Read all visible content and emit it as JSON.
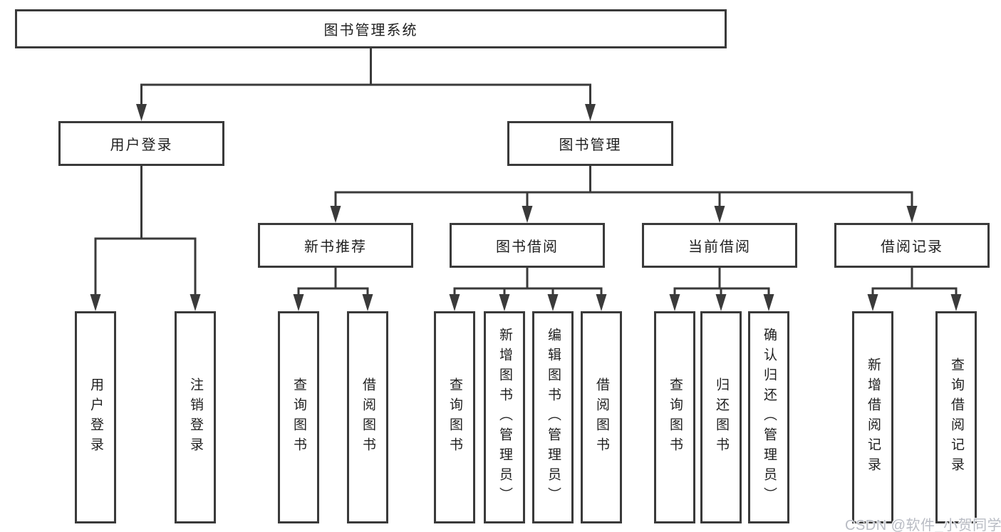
{
  "tree": {
    "root": {
      "label": "图书管理系统",
      "children": [
        {
          "label": "用户登录",
          "children": [
            {
              "label": "用户登录"
            },
            {
              "label": "注销登录"
            }
          ]
        },
        {
          "label": "图书管理",
          "children": [
            {
              "label": "新书推荐",
              "children": [
                {
                  "label": "查询图书"
                },
                {
                  "label": "借阅图书"
                }
              ]
            },
            {
              "label": "图书借阅",
              "children": [
                {
                  "label": "查询图书"
                },
                {
                  "label": "新增图书（管理员）"
                },
                {
                  "label": "编辑图书（管理员）"
                },
                {
                  "label": "借阅图书"
                }
              ]
            },
            {
              "label": "当前借阅",
              "children": [
                {
                  "label": "查询图书"
                },
                {
                  "label": "归还图书"
                },
                {
                  "label": "确认归还（管理员）"
                }
              ]
            },
            {
              "label": "借阅记录",
              "children": [
                {
                  "label": "新增借阅记录"
                },
                {
                  "label": "查询借阅记录"
                }
              ]
            }
          ]
        }
      ]
    }
  },
  "watermark": {
    "text": "CSDN @软件_小贺同学"
  },
  "colors": {
    "line": "#3a3a3a",
    "text": "#1f1f1f",
    "background": "#ffffff",
    "watermark": "#b9bcc4"
  }
}
